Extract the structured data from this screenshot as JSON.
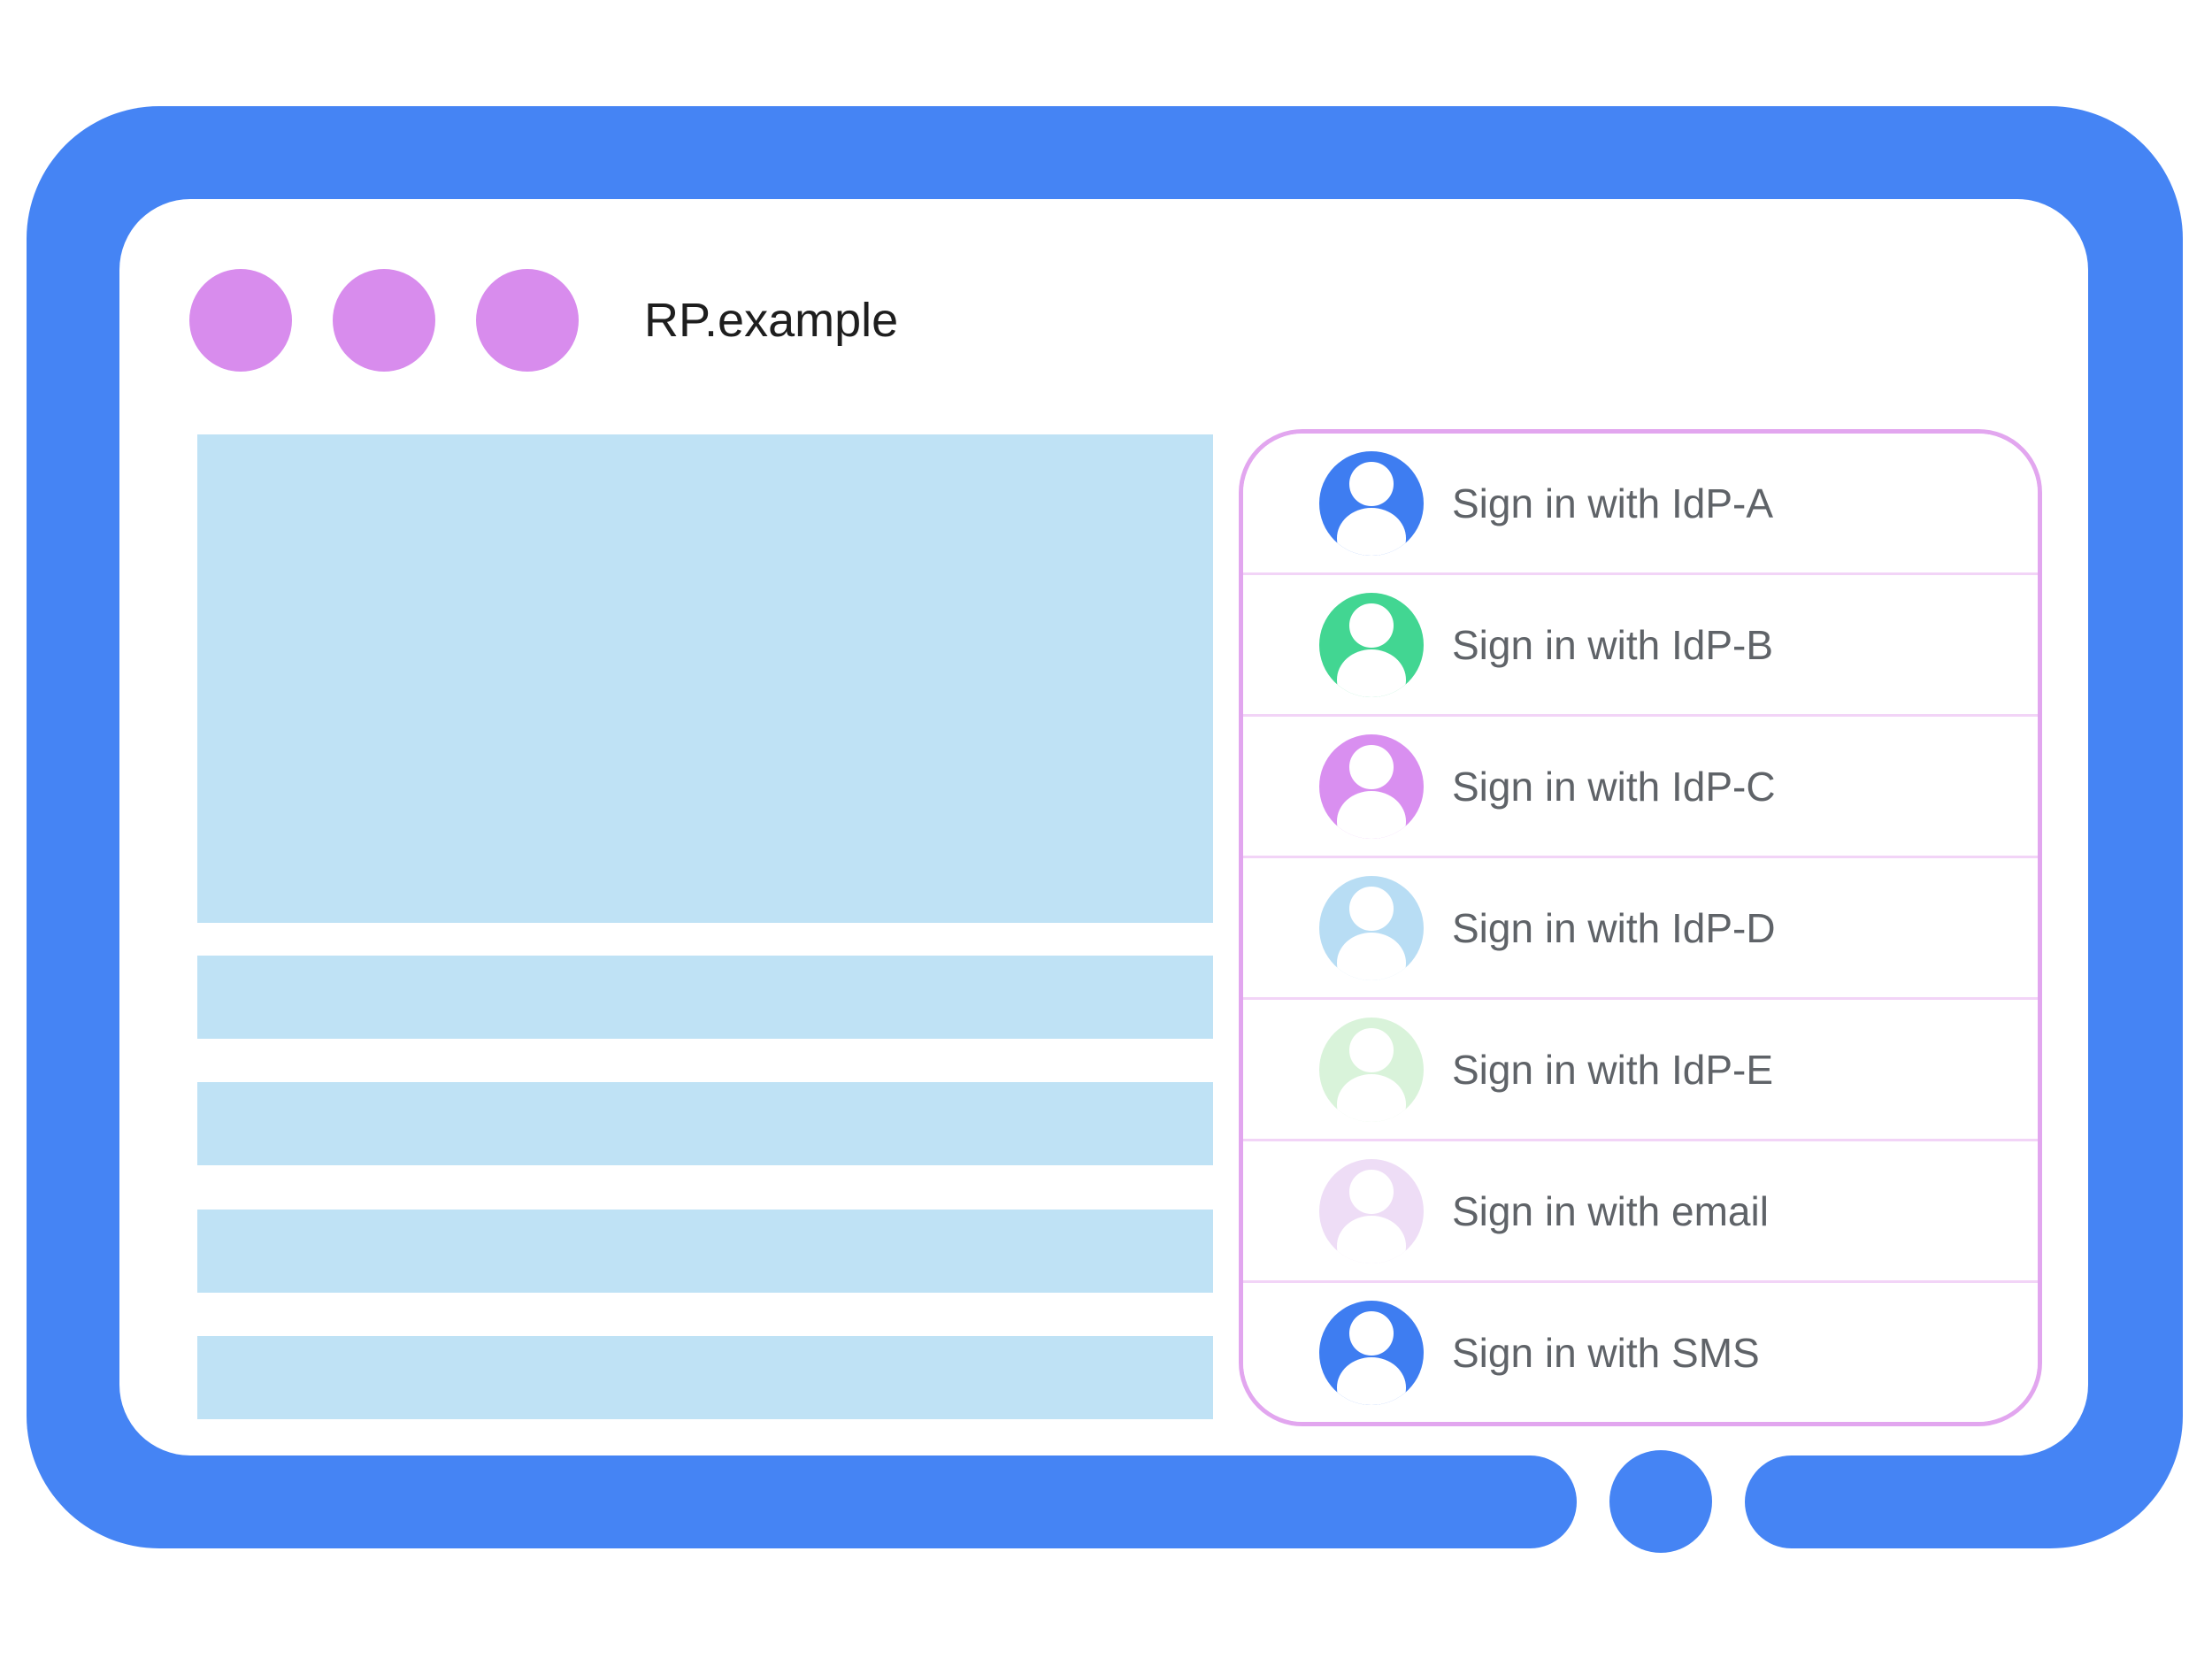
{
  "window": {
    "title": "RP.example"
  },
  "colors": {
    "frame_blue": "#4584f4",
    "window_dot_purple": "#d88ced",
    "content_placeholder_blue": "#bfe2f5",
    "panel_border_purple": "#e2a6ef",
    "panel_divider_pink": "#f2d4f7",
    "label_gray": "#5f6368",
    "title_black": "#1e1e1e",
    "avatar_white": "#ffffff"
  },
  "signin_panel": {
    "items": [
      {
        "label": "Sign in with IdP-A",
        "avatar_icon": "user-avatar-icon",
        "avatar_color": "#3e7df1"
      },
      {
        "label": "Sign in with IdP-B",
        "avatar_icon": "user-avatar-icon",
        "avatar_color": "#42d692"
      },
      {
        "label": "Sign in with IdP-C",
        "avatar_icon": "user-avatar-icon",
        "avatar_color": "#d98ff0"
      },
      {
        "label": "Sign in with IdP-D",
        "avatar_icon": "user-avatar-icon",
        "avatar_color": "#b8ddf4"
      },
      {
        "label": "Sign in with IdP-E",
        "avatar_icon": "user-avatar-icon",
        "avatar_color": "#d9f3da"
      },
      {
        "label": "Sign in with email",
        "avatar_icon": "user-avatar-icon",
        "avatar_color": "#eeddf6"
      },
      {
        "label": "Sign in with SMS",
        "avatar_icon": "user-avatar-icon",
        "avatar_color": "#3e7df1"
      }
    ]
  }
}
